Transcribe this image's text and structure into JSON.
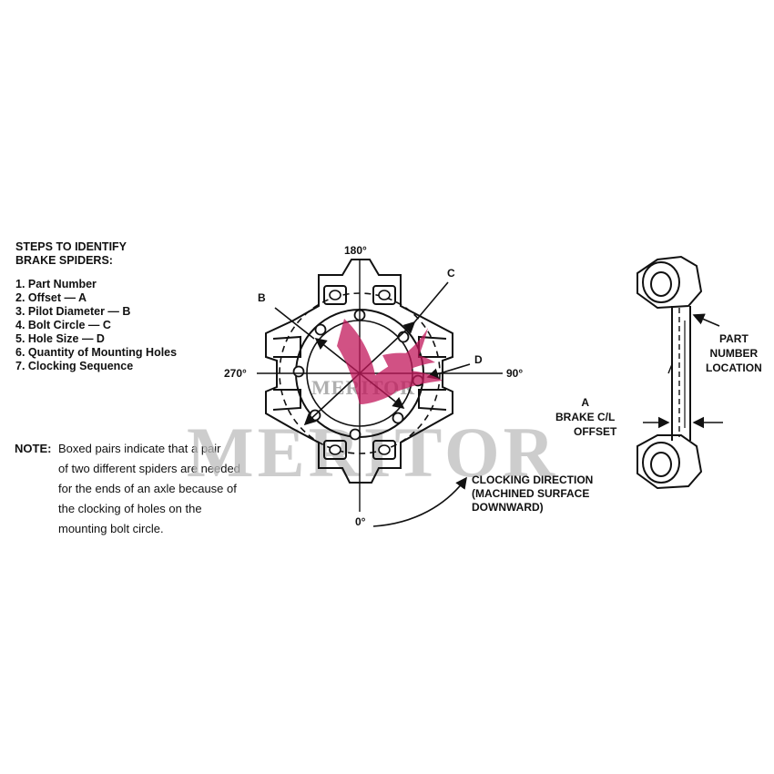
{
  "steps": {
    "title_line1": "STEPS TO IDENTIFY",
    "title_line2": "BRAKE SPIDERS:",
    "items": [
      "1. Part Number",
      "2. Offset — A",
      "3. Pilot Diameter — B",
      "4. Bolt Circle — C",
      "5. Hole Size — D",
      "6. Quantity of Mounting Holes",
      "7. Clocking Sequence"
    ]
  },
  "note": {
    "label": "NOTE:",
    "lines": [
      "Boxed pairs indicate that a pair",
      "of two different spiders are needed",
      "for the ends of an axle because of",
      "the clocking of holes on the",
      "mounting bolt circle."
    ]
  },
  "diagram": {
    "angle_top": "180°",
    "angle_right": "90°",
    "angle_left": "270°",
    "angle_bottom": "0°",
    "label_b": "B",
    "label_c": "C",
    "label_d": "D",
    "clocking_line1": "CLOCKING DIRECTION",
    "clocking_line2": "(MACHINED SURFACE",
    "clocking_line3": "DOWNWARD)"
  },
  "side_view": {
    "part_number_line1": "PART",
    "part_number_line2": "NUMBER",
    "part_number_line3": "LOCATION",
    "offset_line1": "A",
    "offset_line2": "BRAKE C/L",
    "offset_line3": "OFFSET"
  },
  "watermark": {
    "big": "MERITOR",
    "small": "MERITOR"
  },
  "colors": {
    "logo": "#c2185b",
    "watermark": "#bdbdbd"
  }
}
